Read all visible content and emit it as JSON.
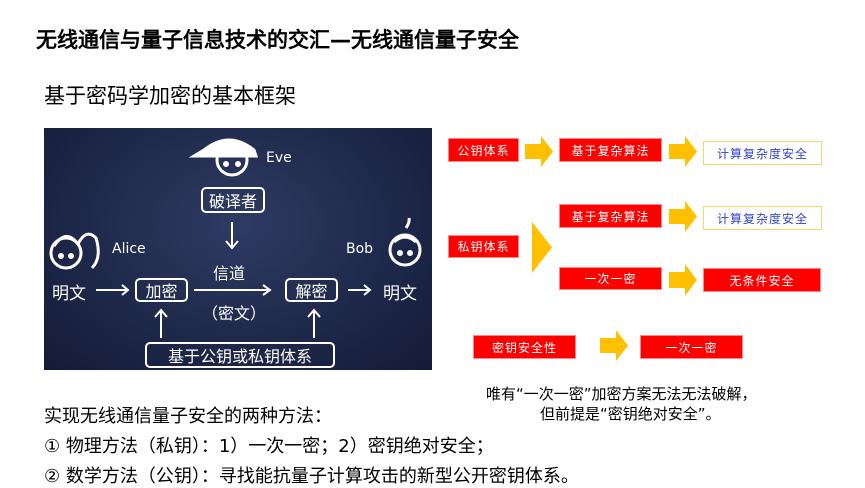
{
  "title": "无线通信与量子信息技术的交汇—无线通信量子安全",
  "subtitle": "基于密码学加密的基本框架",
  "diagram": {
    "eve": "Eve",
    "alice": "Alice",
    "bob": "Bob",
    "attacker": "破译者",
    "plaintext_left": "明文",
    "encrypt": "加密",
    "channel": "信道",
    "ciphertext": "（密文）",
    "decrypt": "解密",
    "plaintext_right": "明文",
    "key_system": "基于公钥或私钥体系"
  },
  "flow": {
    "public_key": "公钥体系",
    "complex_algo_1": "基于复杂算法",
    "complexity_security_1": "计算复杂度安全",
    "private_key": "私钥体系",
    "complex_algo_2": "基于复杂算法",
    "complexity_security_2": "计算复杂度安全",
    "otp": "一次一密",
    "unconditional": "无条件安全",
    "key_security": "密钥安全性",
    "otp_2": "一次一密"
  },
  "note": {
    "line1": "唯有“一次一密”加密方案无法无法破解，",
    "line2": "但前提是“密钥绝对安全”。"
  },
  "methods": {
    "heading": "实现无线通信量子安全的两种方法：",
    "item1": "①  物理方法（私钥）：1）一次一密；2）密钥绝对安全；",
    "item2": "②  数学方法（公钥）：寻找能抗量子计算攻击的新型公开密钥体系。"
  },
  "colors": {
    "red_box": "#ff0000",
    "arrow": "#ffc000",
    "blue_text": "#3344cc",
    "diagram_bg": "#1b2444"
  }
}
